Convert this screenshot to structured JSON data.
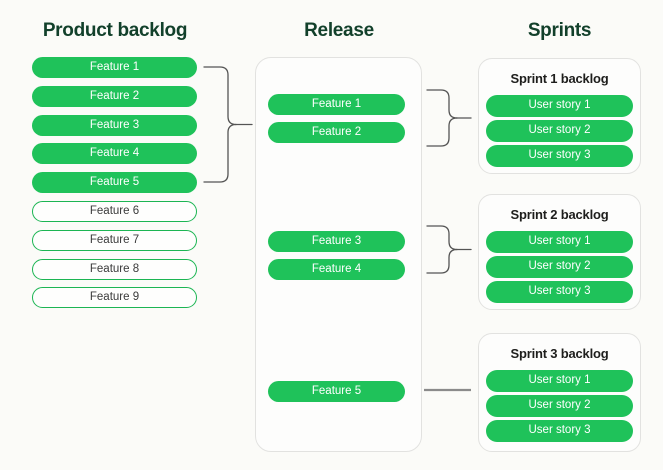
{
  "backlog": {
    "title": "Product backlog",
    "features": [
      {
        "label": "Feature 1",
        "style": "filled"
      },
      {
        "label": "Feature 2",
        "style": "filled"
      },
      {
        "label": "Feature 3",
        "style": "filled"
      },
      {
        "label": "Feature 4",
        "style": "filled"
      },
      {
        "label": "Feature 5",
        "style": "filled"
      },
      {
        "label": "Feature 6",
        "style": "outline"
      },
      {
        "label": "Feature 7",
        "style": "outline"
      },
      {
        "label": "Feature 8",
        "style": "outline"
      },
      {
        "label": "Feature 9",
        "style": "outline"
      }
    ]
  },
  "release": {
    "title": "Release",
    "features": [
      "Feature 1",
      "Feature 2",
      "Feature 3",
      "Feature 4",
      "Feature 5"
    ]
  },
  "sprints": {
    "title": "Sprints",
    "cards": [
      {
        "title": "Sprint 1 backlog",
        "stories": [
          "User story 1",
          "User story 2",
          "User story 3"
        ]
      },
      {
        "title": "Sprint 2 backlog",
        "stories": [
          "User story 1",
          "User story 2",
          "User story 3"
        ]
      },
      {
        "title": "Sprint 3 backlog",
        "stories": [
          "User story 1",
          "User story 2",
          "User story 3"
        ]
      }
    ]
  },
  "colors": {
    "pill_green": "#1FC25A",
    "outline_green": "#1CB553",
    "title_dark_green": "#12402B",
    "card_border": "#E2E2E0",
    "brace_stroke": "#545454",
    "line_stroke": "#8B8B8B",
    "background": "#FBFBF8"
  }
}
